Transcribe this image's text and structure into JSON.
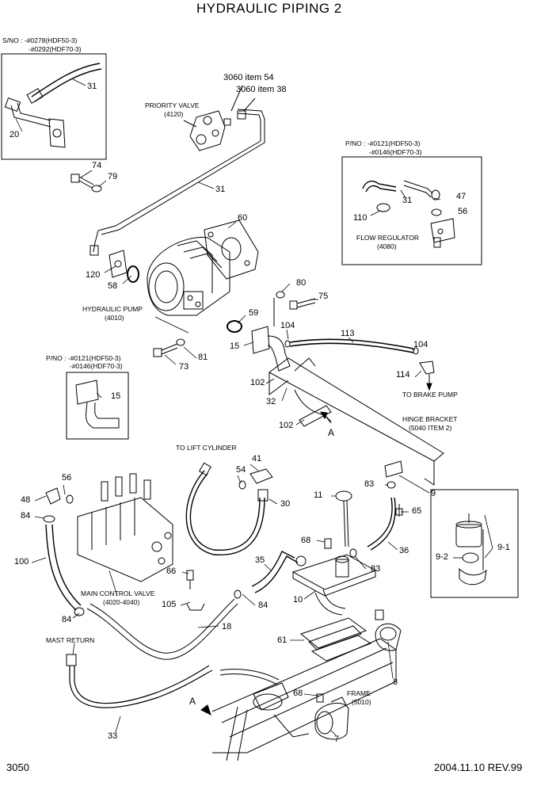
{
  "title": "HYDRAULIC PIPING 2",
  "footer": {
    "page": "3050",
    "revision": "2004.11.10 REV.99"
  },
  "inset_top_left": {
    "sno_line1": "S/NO : -#0278(HDF50-3)",
    "sno_line2": "-#0292(HDF70-3)"
  },
  "inset_flow_regulator": {
    "pno_line1": "P/NO : -#0121(HDF50-3)",
    "pno_line2": "-#0146(HDF70-3)",
    "label": "FLOW REGULATOR",
    "code": "(4080)"
  },
  "inset_pump_fitting": {
    "pno_line1": "P/NO : -#0121(HDF50-3)",
    "pno_line2": "-#0146(HDF70-3)"
  },
  "labels": {
    "priority_valve": "PRIORITY VALVE",
    "priority_valve_code": "(4120)",
    "item_3060_54": "3060 item 54",
    "item_3060_38": "3060 item 38",
    "hydraulic_pump": "HYDRAULIC PUMP",
    "hydraulic_pump_code": "(4010)",
    "to_brake_pump": "TO BRAKE PUMP",
    "hinge_bracket": "HINGE BRACKET",
    "hinge_bracket_code": "(5040 ITEM 2)",
    "to_lift_cylinder": "TO LIFT CYLINDER",
    "main_control_valve": "MAIN CONTROL VALVE",
    "main_control_valve_code": "(4020-4040)",
    "mast_return": "MAST RETURN",
    "frame": "FRAME",
    "frame_code": "(5010)",
    "view_a_1": "A",
    "view_a_2": "A"
  },
  "callouts": {
    "c31a": "31",
    "c20": "20",
    "c74": "74",
    "c79": "79",
    "c31b": "31",
    "c60": "60",
    "c120": "120",
    "c58": "58",
    "c47": "47",
    "c31c": "31",
    "c56a": "56",
    "c110": "110",
    "c80": "80",
    "c75": "75",
    "c59": "59",
    "c104a": "104",
    "c113": "113",
    "c104b": "104",
    "c15a": "15",
    "c81": "81",
    "c73": "73",
    "c114": "114",
    "c102a": "102",
    "c32": "32",
    "c102b": "102",
    "c15b": "15",
    "c41": "41",
    "c54": "54",
    "c56b": "56",
    "c48": "48",
    "c30": "30",
    "c84a": "84",
    "c83a": "83",
    "c9": "9",
    "c11": "11",
    "c65": "65",
    "c68a": "68",
    "c36": "36",
    "c100": "100",
    "c66": "66",
    "c35": "35",
    "c83b": "83",
    "c9_1": "9-1",
    "c9_2": "9-2",
    "c105": "105",
    "c10": "10",
    "c84b": "84",
    "c84c": "84",
    "c18": "18",
    "c61": "61",
    "c8": "8",
    "c68b": "68",
    "c33": "33",
    "c7": "7"
  }
}
